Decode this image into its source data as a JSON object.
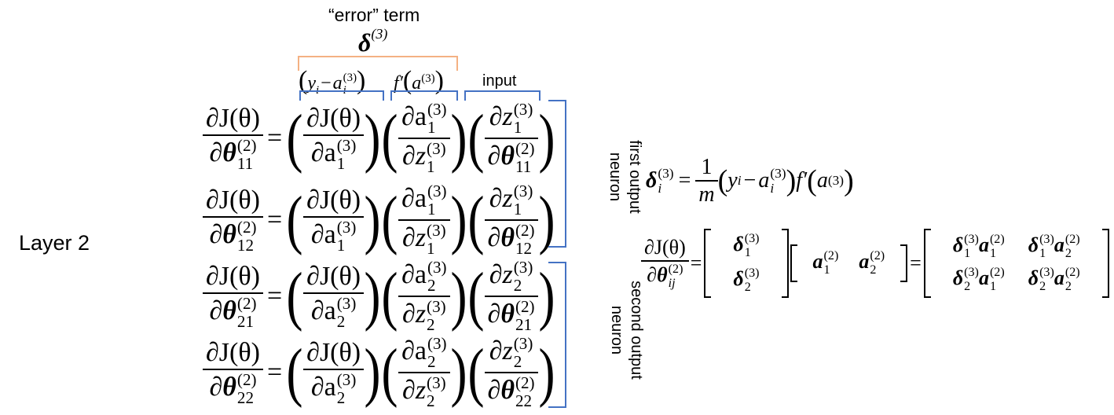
{
  "layer_label": "Layer 2",
  "header": {
    "error_term_label": "“error” term",
    "delta_symbol": "δ",
    "delta_superscript": "(3)",
    "term1": {
      "y": "y",
      "y_sub": "i",
      "minus": "−",
      "a": "a",
      "a_sub": "i",
      "a_sup": "(3)"
    },
    "term2": {
      "f": "f′",
      "a": "a",
      "a_sup": "(3)"
    },
    "input_label": "input"
  },
  "colors": {
    "orange_bracket": "#F4B183",
    "blue_bracket": "#4472C4"
  },
  "equations": [
    {
      "lhs_num": "∂J(θ)",
      "theta_sub": "11",
      "a_sub": "1",
      "z_sub": "1"
    },
    {
      "lhs_num": "∂J(θ)",
      "theta_sub": "12",
      "a_sub": "1",
      "z_sub": "1"
    },
    {
      "lhs_num": "∂J(θ)",
      "theta_sub": "21",
      "a_sub": "2",
      "z_sub": "2"
    },
    {
      "lhs_num": "∂J(θ)",
      "theta_sub": "22",
      "a_sub": "2",
      "z_sub": "2"
    }
  ],
  "side_labels": {
    "first": {
      "line1": "first output",
      "line2": "neuron"
    },
    "second": {
      "line1": "second output",
      "line2": "neuron"
    }
  },
  "right": {
    "delta_eq": {
      "lhs": "δ",
      "lhs_sub": "i",
      "lhs_sup": "(3)",
      "frac_num": "1",
      "frac_den": "m"
    },
    "matrix_eq": {
      "lhs_num": "∂J(θ)",
      "lhs_den_sub": "ij",
      "lhs_den_sup": "(2)",
      "col_vector": [
        "1",
        "2"
      ],
      "row_vector": [
        "1",
        "2"
      ],
      "result": [
        [
          "1",
          "1"
        ],
        [
          "1",
          "2"
        ],
        [
          "2",
          "1"
        ],
        [
          "2",
          "2"
        ]
      ]
    }
  }
}
